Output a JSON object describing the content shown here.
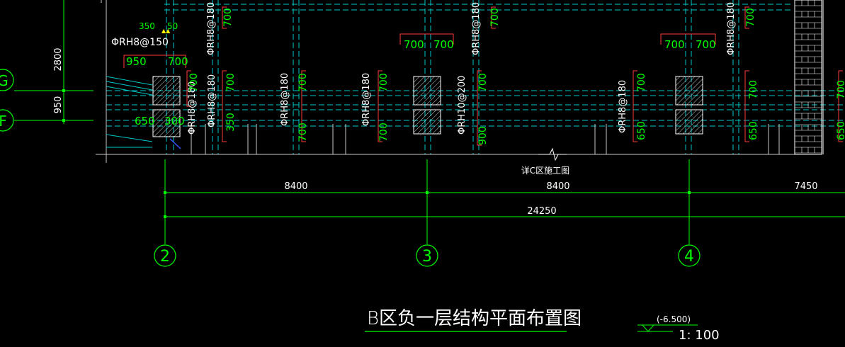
{
  "colors": {
    "background": "#000000",
    "axis_green": "#00ff00",
    "dimension_green": "#00ff00",
    "cyan_dashed": "#00c8c8",
    "beam_red": "#ff3b3b",
    "text_white": "#ffffff",
    "column_hatch": "#ffffff",
    "blue_accent": "#3355ff",
    "yellow_mark": "#ffff00"
  },
  "drawing": {
    "title": "B区负一层结构平面布置图",
    "scale": "1: 100",
    "elevation": "(-6.500)",
    "note_detail": "详C区施工图"
  },
  "axes": {
    "vertical": [
      "2",
      "3",
      "4"
    ],
    "horizontal": [
      "G",
      "F"
    ]
  },
  "dimensions": {
    "bays": [
      "8400",
      "8400",
      "7450"
    ],
    "total": "24250",
    "row_2800": "2800",
    "row_950": "950"
  },
  "annotations": {
    "rebar_top_left": "ΦRH8@150",
    "dim_350": "350",
    "dim_50": "50",
    "dim_950": "950",
    "dim_700_a": "700",
    "dim_650": "650",
    "dim_300": "300",
    "rebar_a": "ΦRH8@180",
    "rebar_b": "ΦRH8@180",
    "rebar_c": "ΦRH8@180",
    "rebar_d": "ΦRH8@180",
    "rebar_e": "ΦRH8@180",
    "rebar_f": "ΦRH10@200",
    "rebar_g": "ΦRH8@180",
    "rebar_h": "ΦRH8@180",
    "rebar_i": "ΦRH8@180",
    "v700": "700",
    "v350": "350",
    "v900": "900",
    "v650": "650"
  }
}
